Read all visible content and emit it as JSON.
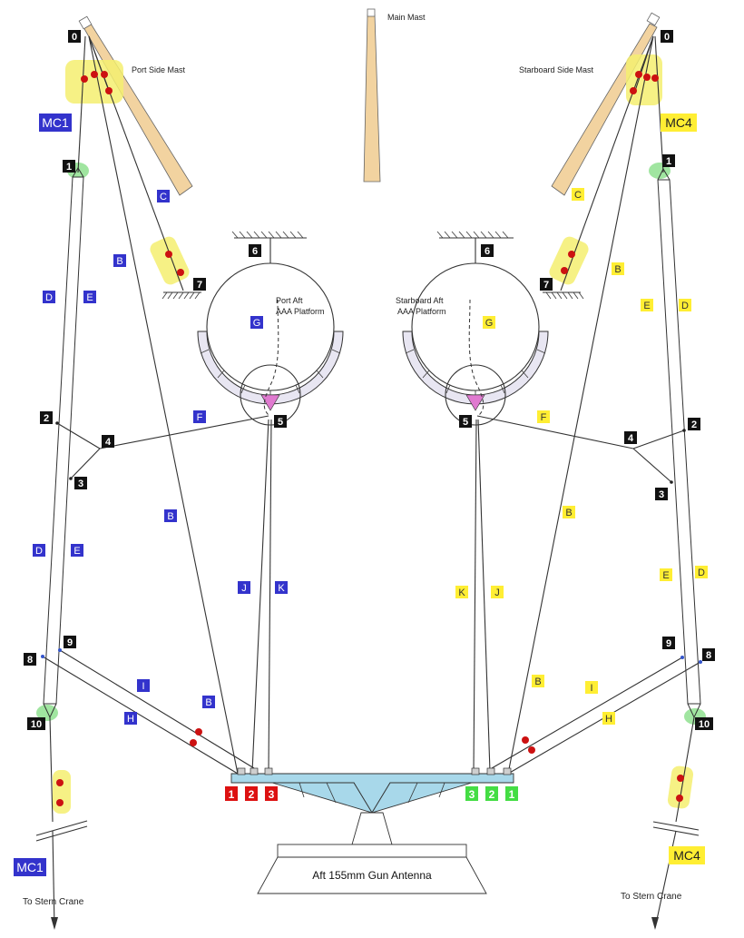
{
  "labels": {
    "main_mast": "Main Mast",
    "port_side_mast": "Port Side Mast",
    "starboard_side_mast": "Starboard Side Mast",
    "port_platform_line1": "Port Aft",
    "port_platform_line2": "AAA Platform",
    "starboard_platform_line1": "Starboard Aft",
    "starboard_platform_line2": "AAA Platform",
    "antenna": "Aft 155mm Gun Antenna",
    "to_stern_crane": "To Stern Crane"
  },
  "markers": {
    "mc_port": "MC1",
    "mc_starboard": "MC4",
    "n0": "0",
    "n1": "1",
    "n2": "2",
    "n3": "3",
    "n4": "4",
    "n5": "5",
    "n6": "6",
    "n7": "7",
    "n8": "8",
    "n9": "9",
    "n10": "10",
    "B": "B",
    "C": "C",
    "D": "D",
    "E": "E",
    "F": "F",
    "G": "G",
    "H": "H",
    "I": "I",
    "J": "J",
    "K": "K",
    "p1": "1",
    "p2": "2",
    "p3": "3"
  },
  "colors": {
    "port_marker": "#3333cc",
    "starboard_marker": "#ffee33",
    "node_marker": "#111111",
    "port_platform_tag": "#dd1111",
    "starboard_platform_tag": "#44dd44",
    "mast_fill": "#f2d3a0",
    "antenna_truss": "#a8d8ea",
    "highlight_yellow": "#f5ee70",
    "highlight_green": "#8fe08f",
    "ring_fill": "#e8e6f2",
    "red_dot": "#cc1111",
    "pink_triangle": "#e07ad0"
  }
}
